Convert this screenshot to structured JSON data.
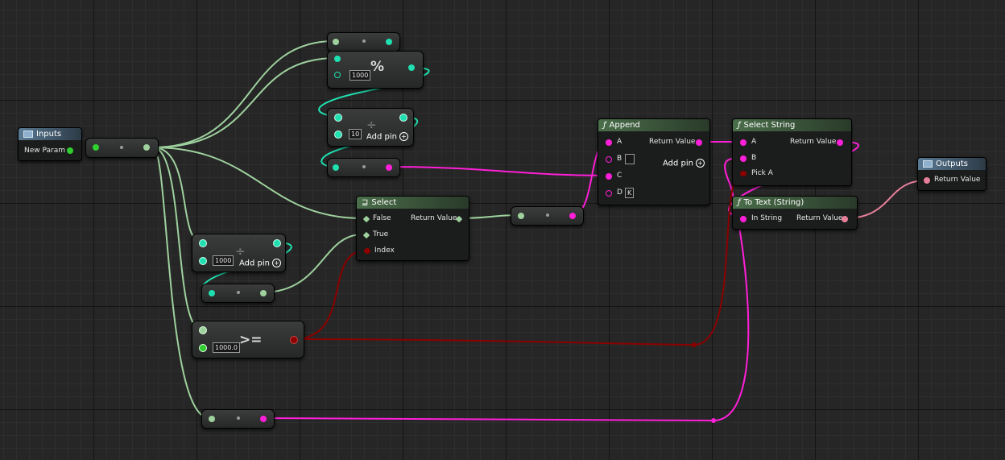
{
  "colors": {
    "float": "#9ed19e",
    "int": "#1fe0b0",
    "string": "#ff1fd8",
    "bool": "#8c0000",
    "text": "#e77f9b",
    "exec": "#ffffff",
    "int_green": "#2fd02f"
  },
  "nodes": {
    "inputs": {
      "title": "Inputs",
      "param": "New Param"
    },
    "modulo": {
      "value": "1000",
      "symbol": "%"
    },
    "divide10": {
      "value": "10",
      "symbol": "÷",
      "add_pin": "Add pin"
    },
    "divide1000": {
      "value": "1000",
      "symbol": "÷",
      "add_pin": "Add pin"
    },
    "compare": {
      "value": "1000.0",
      "symbol": ">="
    },
    "select": {
      "title": "Select",
      "false": "False",
      "true": "True",
      "index": "Index",
      "return": "Return Value"
    },
    "append": {
      "title": "Append",
      "a": "A",
      "b": "B",
      "c": "C",
      "d": "D",
      "d_value": "K",
      "return": "Return Value",
      "add_pin": "Add pin"
    },
    "select_string": {
      "title": "Select String",
      "a": "A",
      "b": "B",
      "pick": "Pick A",
      "return": "Return Value"
    },
    "to_text": {
      "title": "To Text (String)",
      "in": "In String",
      "return": "Return Value"
    },
    "outputs": {
      "title": "Outputs",
      "return": "Return Value"
    }
  }
}
